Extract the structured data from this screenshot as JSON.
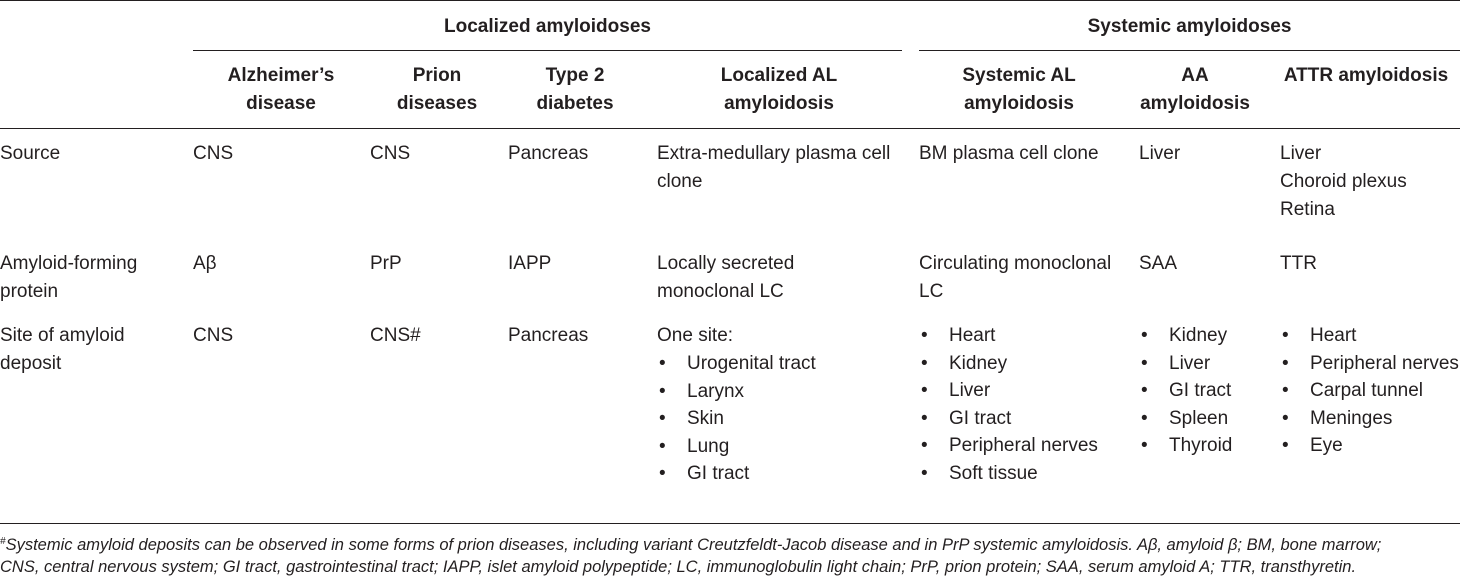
{
  "groups": {
    "localized": "Localized amyloidoses",
    "systemic": "Systemic amyloidoses"
  },
  "headers": {
    "alzheimers": [
      "Alzheimer’s",
      "disease"
    ],
    "prion": [
      "Prion",
      "diseases"
    ],
    "diabetes": [
      "Type 2",
      "diabetes"
    ],
    "localized_al": [
      "Localized AL",
      "amyloidosis"
    ],
    "systemic_al": [
      "Systemic AL",
      "amyloidosis"
    ],
    "aa": [
      "AA",
      "amyloidosis"
    ],
    "attr": [
      "ATTR amyloidosis"
    ]
  },
  "rows": {
    "source": {
      "label": [
        "Source"
      ],
      "alzheimers": [
        "CNS"
      ],
      "prion": [
        "CNS"
      ],
      "diabetes": [
        "Pancreas"
      ],
      "localized_al": [
        "Extra-medullary plasma cell",
        "clone"
      ],
      "systemic_al": [
        "BM plasma cell clone"
      ],
      "aa": [
        "Liver"
      ],
      "attr": [
        "Liver",
        "Choroid plexus",
        "Retina"
      ]
    },
    "protein": {
      "label": [
        "Amyloid-forming",
        "protein"
      ],
      "alzheimers": [
        "Aβ"
      ],
      "prion": [
        "PrP"
      ],
      "diabetes": [
        "IAPP"
      ],
      "localized_al": [
        "Locally secreted",
        "monoclonal LC"
      ],
      "systemic_al": [
        "Circulating monoclonal",
        "LC"
      ],
      "aa": [
        "SAA"
      ],
      "attr": [
        "TTR"
      ]
    },
    "site": {
      "label": [
        "Site of amyloid",
        "deposit"
      ],
      "alzheimers": [
        "CNS"
      ],
      "prion": [
        "CNS#"
      ],
      "diabetes": [
        "Pancreas"
      ],
      "localized_al_intro": "One site:",
      "localized_al_list": [
        "Urogenital tract",
        "Larynx",
        "Skin",
        "Lung",
        "GI tract"
      ],
      "systemic_al_list": [
        "Heart",
        "Kidney",
        "Liver",
        "GI tract",
        "Peripheral nerves",
        "Soft tissue"
      ],
      "aa_list": [
        "Kidney",
        "Liver",
        "GI tract",
        "Spleen",
        "Thyroid"
      ],
      "attr_list": [
        "Heart",
        "Peripheral nerves",
        "Carpal tunnel",
        "Meninges",
        "Eye"
      ]
    }
  },
  "footnote": {
    "marker": "#",
    "line1": "Systemic amyloid deposits can be observed in some forms of prion diseases, including variant Creutzfeldt-Jacob disease and in PrP systemic amyloidosis. Aβ, amyloid β; BM, bone marrow;",
    "line2": "CNS, central nervous system; GI tract, gastrointestinal tract; IAPP, islet amyloid polypeptide; LC, immunoglobulin light chain; PrP, prion protein; SAA, serum amyloid A; TTR, transthyretin."
  }
}
